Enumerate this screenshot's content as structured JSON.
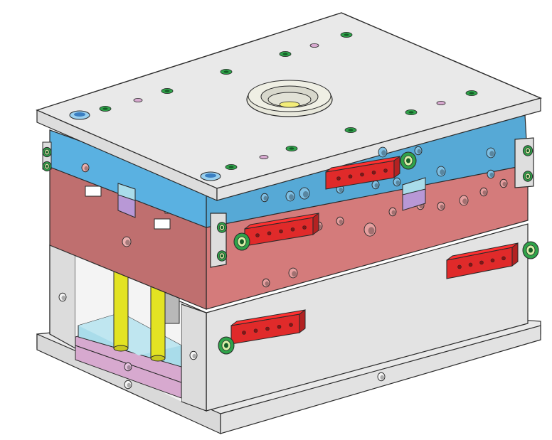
{
  "image": {
    "subject": "injection-mold-assembly-isometric",
    "background_color": "#ffffff"
  },
  "colors": {
    "top_clamp_plate": "#e9e9e9",
    "cavity_plate": "#56a9d6",
    "core_plate": "#d47b7b",
    "support_block": "#e3e3e3",
    "ejector_retainer": "#a9dcea",
    "ejector_plate": "#d7a9cf",
    "bottom_clamp_plate": "#e9e9e9",
    "manifold_block": "#e02a2a",
    "water_fitting": "#2fa34a",
    "locating_ring": "#e8e8dc",
    "sprue_hole": "#f2ec78",
    "return_pin": "#e3e323",
    "parting_lock": "#b898d6",
    "outline": "#2a2a2a"
  },
  "components": [
    {
      "name": "top-clamp-plate"
    },
    {
      "name": "locating-ring"
    },
    {
      "name": "cavity-plate"
    },
    {
      "name": "core-plate"
    },
    {
      "name": "support-block"
    },
    {
      "name": "ejector-retainer-plate"
    },
    {
      "name": "ejector-plate"
    },
    {
      "name": "bottom-clamp-plate"
    },
    {
      "name": "return-pin"
    },
    {
      "name": "water-manifold"
    },
    {
      "name": "water-fitting"
    },
    {
      "name": "parting-lock"
    },
    {
      "name": "side-strap"
    }
  ]
}
